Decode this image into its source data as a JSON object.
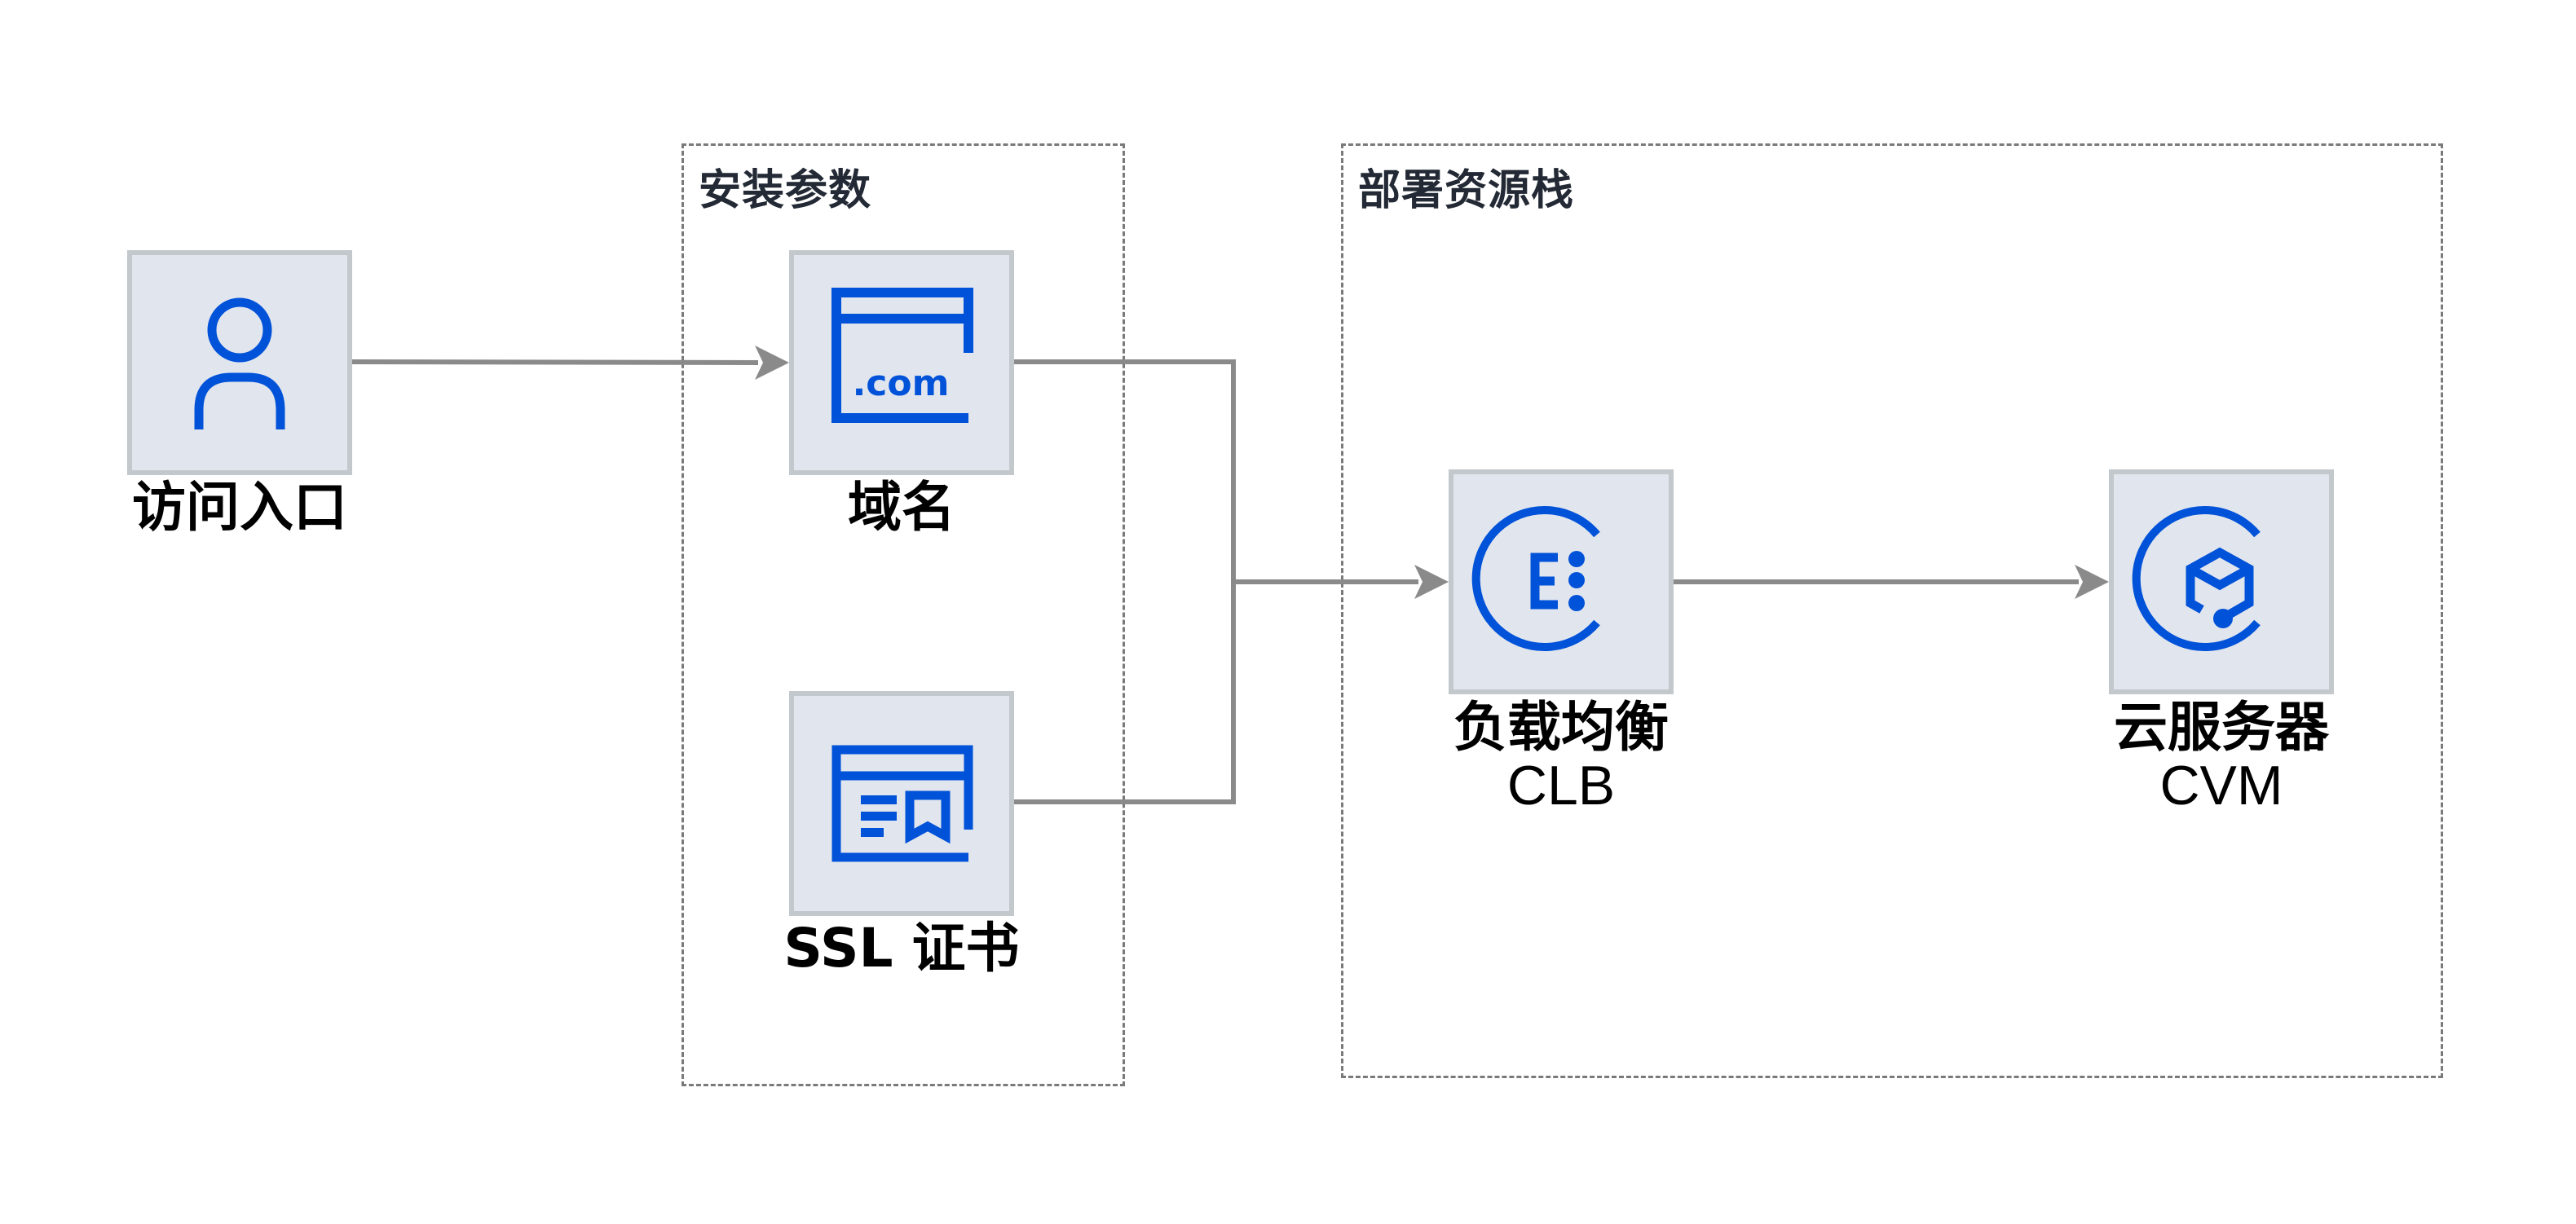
{
  "diagram": {
    "groups": {
      "install_params": {
        "title": "安装参数"
      },
      "deploy_stack": {
        "title": "部署资源栈"
      }
    },
    "nodes": {
      "user": {
        "label": "访问入口",
        "icon": "user-icon"
      },
      "domain": {
        "label": "域名",
        "icon": "domain-dotcom-icon",
        "icon_text": ".com"
      },
      "ssl": {
        "label": "SSL 证书",
        "icon": "ssl-certificate-icon"
      },
      "clb": {
        "label": "负载均衡",
        "sublabel": "CLB",
        "icon": "load-balancer-icon"
      },
      "cvm": {
        "label": "云服务器",
        "sublabel": "CVM",
        "icon": "cloud-server-icon"
      }
    },
    "edges": [
      {
        "from": "访问入口",
        "to": "域名"
      },
      {
        "from": "域名",
        "to": "负载均衡 CLB"
      },
      {
        "from": "SSL 证书",
        "to": "负载均衡 CLB"
      },
      {
        "from": "负载均衡 CLB",
        "to": "云服务器 CVM"
      }
    ],
    "colors": {
      "icon_blue": "#0052d9",
      "node_fill": "#e1e5ed",
      "node_border": "#c2c8cc",
      "connector": "#8a8a8a",
      "group_border": "#7a7a7a",
      "group_title": "#232a35",
      "label": "#000000"
    }
  }
}
